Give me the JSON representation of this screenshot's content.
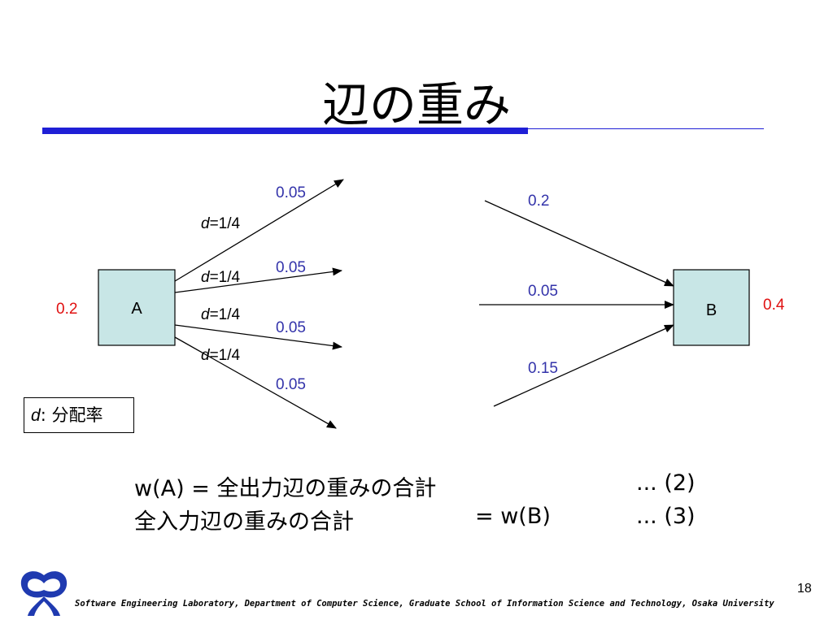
{
  "title": "辺の重み",
  "diagram": {
    "node_a": {
      "label": "A",
      "weight": "0.2"
    },
    "node_b": {
      "label": "B",
      "weight": "0.4"
    },
    "out_edges": [
      {
        "d_symbol": "d",
        "d_value": "=1/4",
        "weight": "0.05"
      },
      {
        "d_symbol": "d",
        "d_value": "=1/4",
        "weight": "0.05"
      },
      {
        "d_symbol": "d",
        "d_value": "=1/4",
        "weight": "0.05"
      },
      {
        "d_symbol": "d",
        "d_value": "=1/4",
        "weight": "0.05"
      }
    ],
    "in_edges": [
      {
        "weight": "0.2"
      },
      {
        "weight": "0.05"
      },
      {
        "weight": "0.15"
      }
    ],
    "legend": {
      "symbol": "d",
      "text": ": 分配率"
    }
  },
  "equations": [
    {
      "left": "w(A)  = 全出力辺の重みの合計",
      "ref": "... (2)"
    },
    {
      "left": "全入力辺の重みの合計",
      "mid": "= w(B)",
      "ref": "... (3)"
    }
  ],
  "footer": "Software Engineering Laboratory, Department of Computer Science, Graduate School of Information Science and Technology, Osaka University",
  "page_number": "18",
  "colors": {
    "accent_blue": "#1f1fd6",
    "node_fill": "#c8e6e6",
    "edge_label_blue": "#3333aa",
    "node_weight_red": "#e01010"
  }
}
